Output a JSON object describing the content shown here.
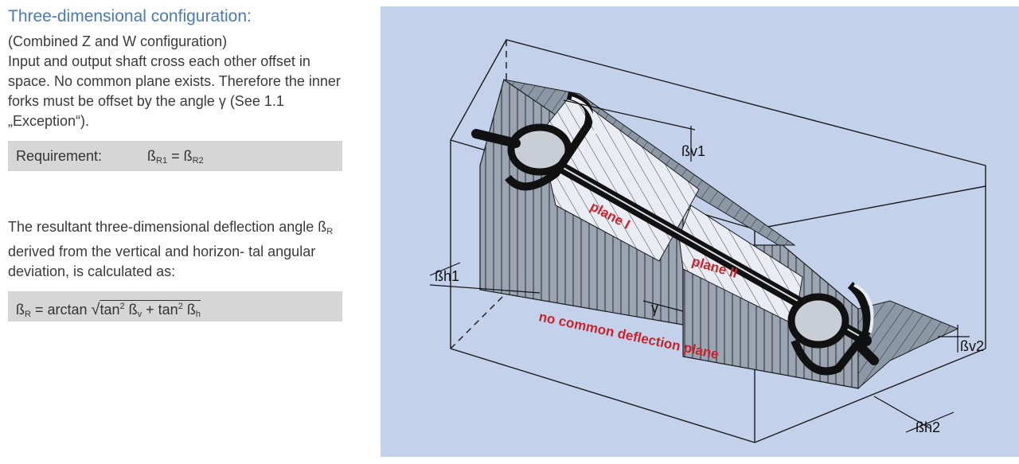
{
  "text": {
    "heading": "Three-dimensional configuration:",
    "subheading": "(Combined Z and W configuration)",
    "description": "Input and output shaft cross each other offset in space. No common plane exists. Therefore the inner forks must be offset by the angle γ (See 1.1 „Exception“).",
    "requirement_label": "Requirement:",
    "requirement_formula": {
      "lhs": "ß",
      "lhs_sub": "R1",
      "eq": " = ",
      "rhs": "ß",
      "rhs_sub": "R2"
    },
    "result_text": {
      "part1": "The resultant three-dimensional deflection angle ß",
      "sub": "R",
      "part2": " derived from the vertical and horizon- tal angular deviation, is calculated as:"
    },
    "formula": {
      "lhs": "ß",
      "lhs_sub": "R",
      "mid": " = arctan ",
      "root": "√",
      "t1": "tan",
      "e1": "2",
      "b1": " ß",
      "s1": "v",
      "plus": " + ",
      "t2": "tan",
      "e2": "2",
      "b2": " ß",
      "s2": "h"
    }
  },
  "figure": {
    "labels": {
      "plane1": "plane I",
      "plane2": "plane II",
      "no_common": "no common deflection plane",
      "bv1": "ßv1",
      "bh1": "ßh1",
      "bv2": "ßv2",
      "bh2": "ßh2",
      "gamma": "γ"
    },
    "colors": {
      "background": "#c3d2ea",
      "label_red": "#c8232c",
      "line": "#1a1a1a",
      "shade": "#8c97a6"
    }
  }
}
